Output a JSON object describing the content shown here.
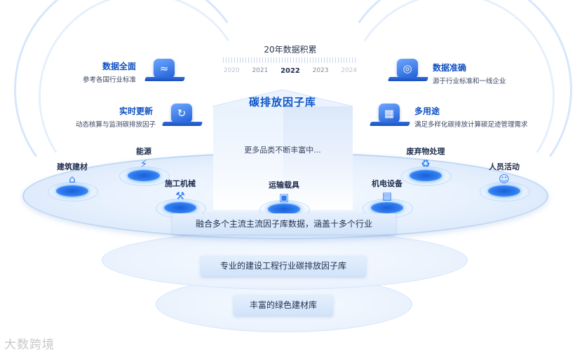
{
  "timeline": {
    "title": "20年数据积累",
    "years": [
      "2020",
      "2021",
      "2022",
      "2023",
      "2024"
    ],
    "current_year": "2022"
  },
  "cube": {
    "title": "碳排放因子库",
    "subtitle": "更多品类不断丰富中..."
  },
  "features": {
    "comprehensive": {
      "title": "数据全面",
      "desc": "参考各国行业标准",
      "icon": "chart-icon"
    },
    "realtime": {
      "title": "实时更新",
      "desc": "动态核算与监测碳排放因子",
      "icon": "clock-refresh-icon"
    },
    "accurate": {
      "title": "数据准确",
      "desc": "源于行业标准和一线企业",
      "icon": "target-icon"
    },
    "multiuse": {
      "title": "多用途",
      "desc": "满足多样化碳排放计算碳足迹管理需求",
      "icon": "grid-icon"
    }
  },
  "nodes": {
    "building_materials": {
      "label": "建筑建材",
      "icon": "building-icon"
    },
    "energy": {
      "label": "能源",
      "icon": "lightning-icon"
    },
    "machinery": {
      "label": "施工机械",
      "icon": "machine-icon"
    },
    "transport": {
      "label": "运输载具",
      "icon": "truck-icon"
    },
    "electromechanical": {
      "label": "机电设备",
      "icon": "device-icon"
    },
    "waste": {
      "label": "废弃物处理",
      "icon": "recycle-icon"
    },
    "personnel": {
      "label": "人员活动",
      "icon": "people-icon"
    }
  },
  "layers": {
    "top": "融合多个主流主流因子库数据，涵盖十多个行业",
    "middle": "专业的建设工程行业碳排放因子库",
    "bottom": "丰富的绿色建材库"
  },
  "watermark": "大数跨境",
  "colors": {
    "accent": "#0f55c8",
    "disc": "#dceafb"
  }
}
